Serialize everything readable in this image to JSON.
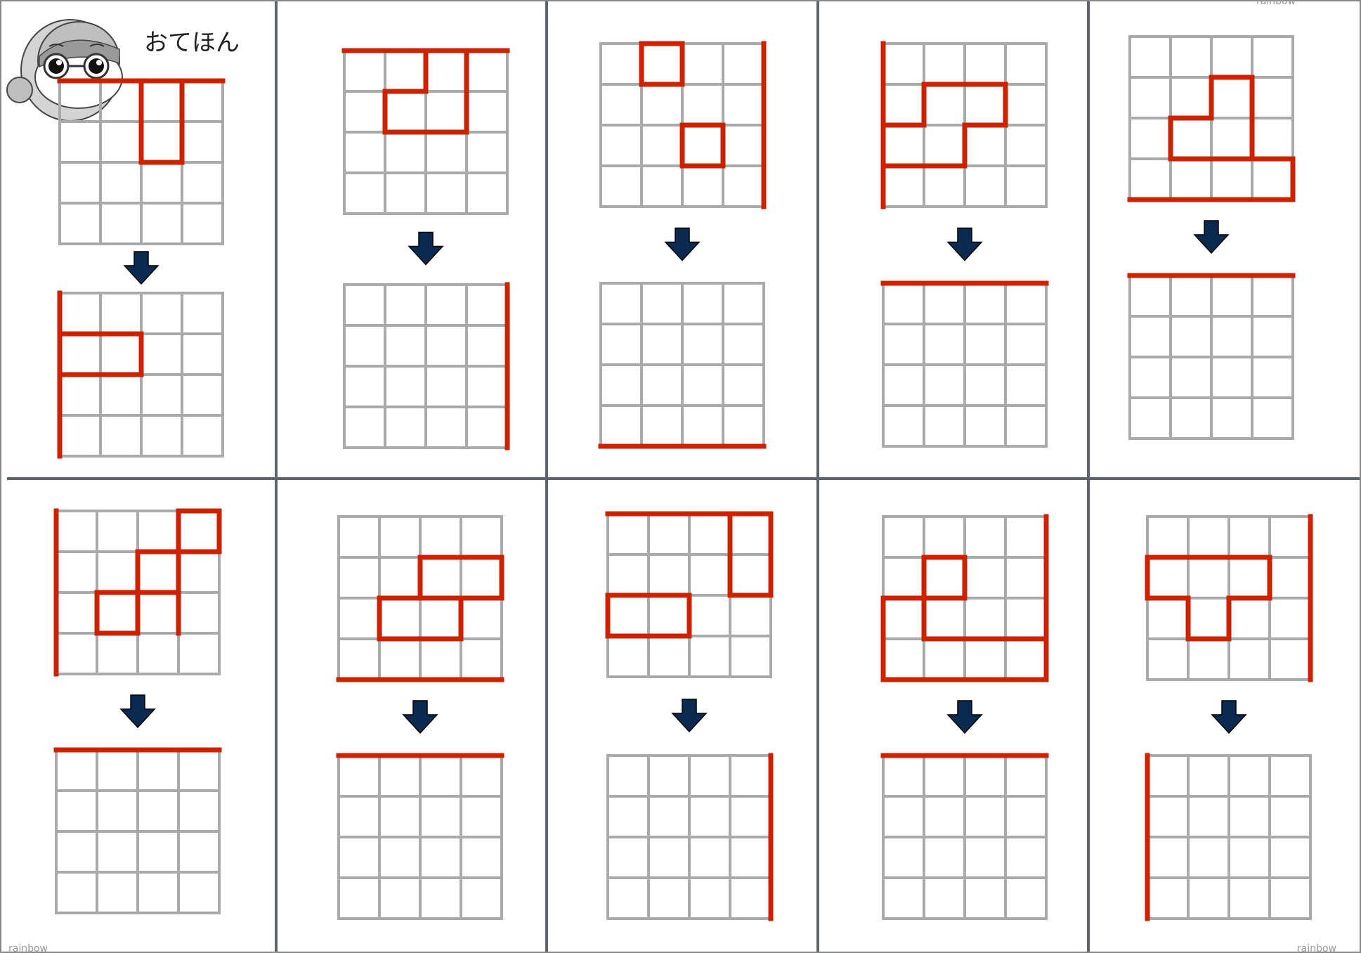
{
  "title": "おてほん",
  "watermarks": [
    "rainbow",
    "rainbow",
    "rainbow"
  ],
  "colors": {
    "line": "#cc2200",
    "grid": "#aaaaaa",
    "divider": "#5f646c",
    "arrow": "#0b2a52"
  },
  "grid_size": 4,
  "puzzles": [
    {
      "top": [
        [
          0,
          0,
          4,
          0
        ],
        [
          2,
          0,
          2,
          2
        ],
        [
          3,
          0,
          3,
          2
        ],
        [
          2,
          2,
          3,
          2
        ]
      ],
      "bottom": [
        [
          0,
          0,
          0,
          4
        ],
        [
          0,
          1,
          2,
          1
        ],
        [
          2,
          1,
          2,
          2
        ],
        [
          0,
          2,
          2,
          2
        ]
      ]
    },
    {
      "top": [
        [
          0,
          0,
          4,
          0
        ],
        [
          2,
          0,
          2,
          1
        ],
        [
          3,
          0,
          3,
          2
        ],
        [
          1,
          1,
          2,
          1
        ],
        [
          1,
          1,
          1,
          2
        ],
        [
          1,
          2,
          3,
          2
        ]
      ],
      "bottom": [
        [
          4,
          0,
          4,
          4
        ]
      ]
    },
    {
      "top": [
        [
          1,
          0,
          2,
          0
        ],
        [
          1,
          1,
          2,
          1
        ],
        [
          1,
          0,
          1,
          1
        ],
        [
          2,
          0,
          2,
          1
        ],
        [
          2,
          2,
          3,
          2
        ],
        [
          2,
          3,
          3,
          3
        ],
        [
          2,
          2,
          2,
          3
        ],
        [
          3,
          2,
          3,
          3
        ],
        [
          4,
          0,
          4,
          4
        ]
      ],
      "bottom": [
        [
          0,
          4,
          4,
          4
        ]
      ]
    },
    {
      "top": [
        [
          0,
          0,
          0,
          4
        ],
        [
          1,
          1,
          3,
          1
        ],
        [
          1,
          1,
          1,
          2
        ],
        [
          3,
          1,
          3,
          2
        ],
        [
          0,
          2,
          1,
          2
        ],
        [
          2,
          2,
          3,
          2
        ],
        [
          2,
          2,
          2,
          3
        ],
        [
          0,
          3,
          2,
          3
        ]
      ],
      "bottom": [
        [
          0,
          0,
          4,
          0
        ]
      ]
    },
    {
      "top": [
        [
          2,
          1,
          3,
          1
        ],
        [
          2,
          1,
          2,
          2
        ],
        [
          3,
          1,
          3,
          3
        ],
        [
          1,
          2,
          2,
          2
        ],
        [
          1,
          2,
          1,
          3
        ],
        [
          1,
          3,
          4,
          3
        ],
        [
          4,
          3,
          4,
          4
        ],
        [
          0,
          4,
          4,
          4
        ]
      ],
      "bottom": [
        [
          0,
          0,
          4,
          0
        ]
      ]
    },
    {
      "top": [
        [
          0,
          0,
          0,
          4
        ],
        [
          3,
          0,
          4,
          0
        ],
        [
          3,
          0,
          3,
          3
        ],
        [
          4,
          0,
          4,
          1
        ],
        [
          2,
          1,
          4,
          1
        ],
        [
          2,
          1,
          2,
          3
        ],
        [
          1,
          2,
          3,
          2
        ],
        [
          1,
          2,
          1,
          3
        ],
        [
          1,
          3,
          2,
          3
        ]
      ],
      "bottom": [
        [
          0,
          0,
          4,
          0
        ]
      ]
    },
    {
      "top": [
        [
          2,
          1,
          4,
          1
        ],
        [
          2,
          1,
          2,
          2
        ],
        [
          4,
          1,
          4,
          2
        ],
        [
          1,
          2,
          4,
          2
        ],
        [
          1,
          2,
          1,
          3
        ],
        [
          3,
          2,
          3,
          3
        ],
        [
          1,
          3,
          3,
          3
        ],
        [
          0,
          4,
          4,
          4
        ]
      ],
      "bottom": [
        [
          0,
          0,
          4,
          0
        ]
      ]
    },
    {
      "top": [
        [
          0,
          0,
          4,
          0
        ],
        [
          3,
          0,
          3,
          2
        ],
        [
          4,
          0,
          4,
          2
        ],
        [
          3,
          2,
          4,
          2
        ],
        [
          0,
          2,
          2,
          2
        ],
        [
          0,
          2,
          0,
          3
        ],
        [
          2,
          2,
          2,
          3
        ],
        [
          0,
          3,
          2,
          3
        ]
      ],
      "bottom": [
        [
          4,
          0,
          4,
          4
        ]
      ]
    },
    {
      "top": [
        [
          4,
          0,
          4,
          4
        ],
        [
          1,
          1,
          2,
          1
        ],
        [
          1,
          1,
          1,
          3
        ],
        [
          2,
          1,
          2,
          2
        ],
        [
          0,
          2,
          2,
          2
        ],
        [
          0,
          2,
          0,
          4
        ],
        [
          1,
          3,
          4,
          3
        ],
        [
          0,
          4,
          4,
          4
        ]
      ],
      "bottom": [
        [
          0,
          0,
          4,
          0
        ]
      ]
    },
    {
      "top": [
        [
          4,
          0,
          4,
          4
        ],
        [
          0,
          1,
          3,
          1
        ],
        [
          0,
          1,
          0,
          2
        ],
        [
          3,
          1,
          3,
          2
        ],
        [
          0,
          2,
          1,
          2
        ],
        [
          2,
          2,
          3,
          2
        ],
        [
          1,
          2,
          1,
          3
        ],
        [
          2,
          2,
          2,
          3
        ],
        [
          1,
          3,
          2,
          3
        ]
      ],
      "bottom": [
        [
          0,
          0,
          0,
          4
        ]
      ]
    }
  ]
}
